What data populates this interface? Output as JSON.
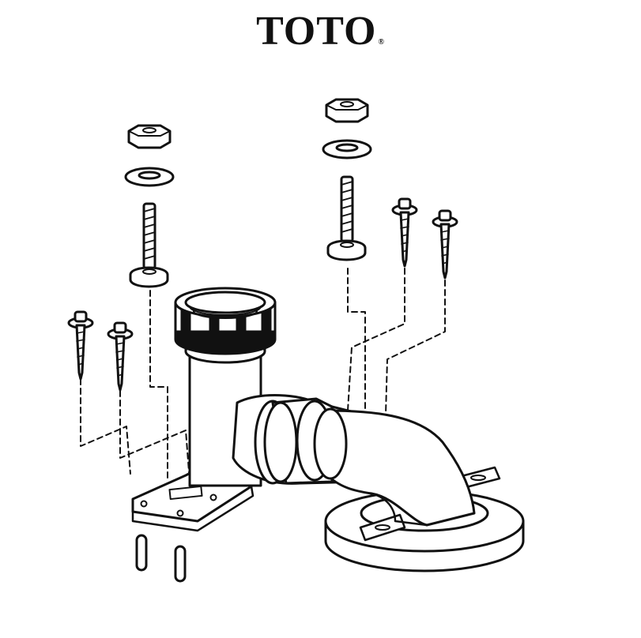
{
  "brand": {
    "name": "TOTO",
    "registered_mark": "®"
  },
  "colors": {
    "ink": "#111111",
    "paper": "#ffffff"
  },
  "parts": [
    "hex-nut",
    "flat-washer",
    "t-bolt",
    "wood-screw",
    "floor-pin",
    "mounting-bracket",
    "drain-elbow",
    "floor-flange"
  ]
}
